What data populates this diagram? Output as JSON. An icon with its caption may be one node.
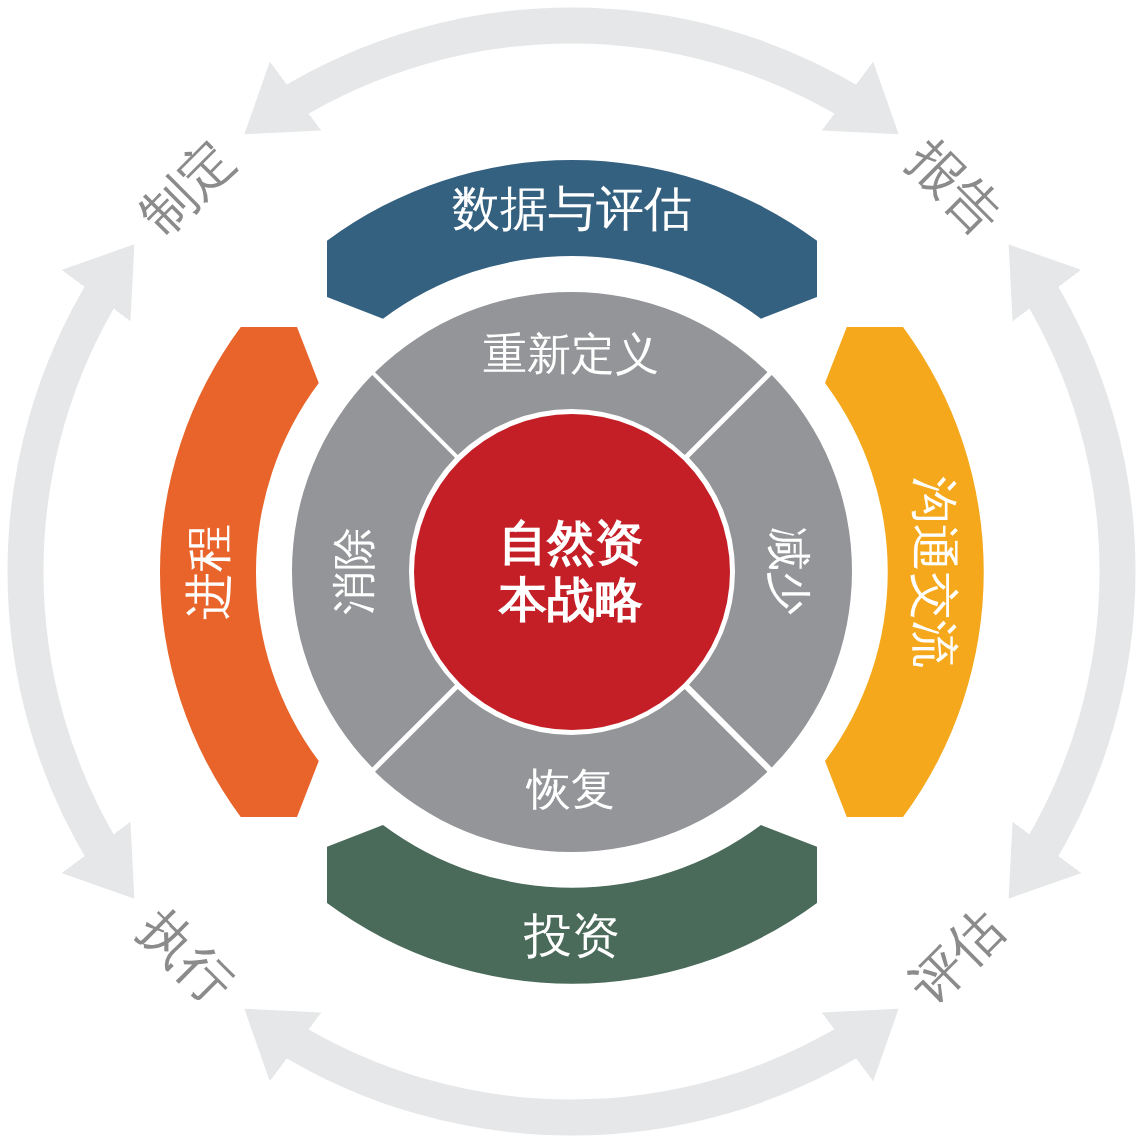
{
  "diagram": {
    "nodes": [
      {
        "text": [
          "制定"
        ]
      },
      {
        "text": [
          "数据与评估"
        ]
      },
      {
        "text": [
          "报告"
        ]
      },
      {
        "text": [
          "重新定义"
        ]
      },
      {
        "text": [
          "进程"
        ]
      },
      {
        "text": [
          "消除"
        ]
      },
      {
        "text": [
          "自然资本战略"
        ]
      },
      {
        "text": [
          "减少"
        ]
      },
      {
        "text": [
          "沟通交流"
        ]
      },
      {
        "text": [
          "恢复"
        ]
      },
      {
        "text": [
          "执行"
        ]
      },
      {
        "text": [
          "投资"
        ]
      },
      {
        "text": [
          "评估"
        ]
      }
    ],
    "edges": [
      {
        "from": 0,
        "to": 2,
        "arrow": "both"
      },
      {
        "from": 2,
        "to": 12,
        "arrow": "both"
      },
      {
        "from": 12,
        "to": 10,
        "arrow": "both"
      },
      {
        "from": 10,
        "to": 0,
        "arrow": "both"
      }
    ]
  }
}
